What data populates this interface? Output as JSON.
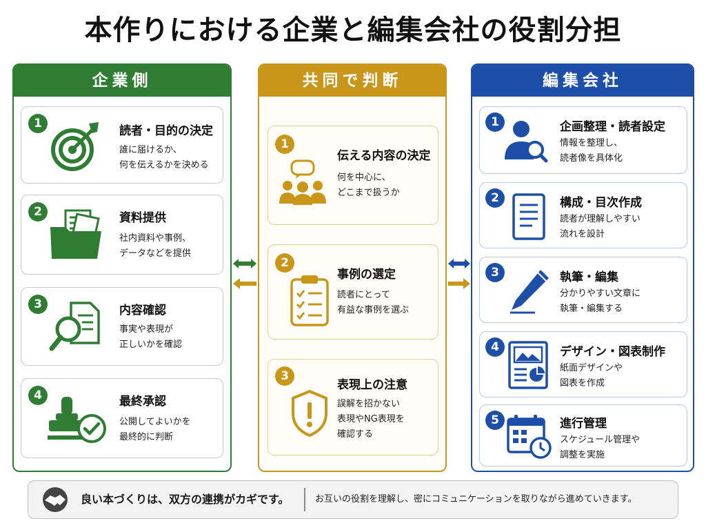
{
  "title": "本作りにおける企業と編集会社の役割分担",
  "columns": {
    "company": {
      "header": "企業側",
      "color": "#2e7d32",
      "cards": [
        {
          "num": "1",
          "title": "読者・目的の決定",
          "desc": "誰に届けるか、\n何を伝えるかを決める",
          "icon": "target-icon"
        },
        {
          "num": "2",
          "title": "資料提供",
          "desc": "社内資料や事例、\nデータなどを提供",
          "icon": "folder-documents-icon"
        },
        {
          "num": "3",
          "title": "内容確認",
          "desc": "事実や表現が\n正しいかを確認",
          "icon": "magnifier-document-icon"
        },
        {
          "num": "4",
          "title": "最終承認",
          "desc": "公開してよいかを\n最終的に判断",
          "icon": "stamp-check-icon"
        }
      ]
    },
    "shared": {
      "header": "共同で判断",
      "color": "#c9961a",
      "cards": [
        {
          "num": "1",
          "title": "伝える内容の決定",
          "desc": "何を中心に、\nどこまで扱うか",
          "icon": "meeting-people-icon"
        },
        {
          "num": "2",
          "title": "事例の選定",
          "desc": "読者にとって\n有益な事例を選ぶ",
          "icon": "clipboard-checklist-icon"
        },
        {
          "num": "3",
          "title": "表現上の注意",
          "desc": "誤解を招かない\n表現やNG表現を\n確認する",
          "icon": "shield-warning-icon"
        }
      ]
    },
    "editor": {
      "header": "編集会社",
      "color": "#1e4fa8",
      "cards": [
        {
          "num": "1",
          "title": "企画整理・読者設定",
          "desc": "情報を整理し、\n読者像を具体化",
          "icon": "user-search-icon"
        },
        {
          "num": "2",
          "title": "構成・目次作成",
          "desc": "読者が理解しやすい\n流れを設計",
          "icon": "document-outline-icon"
        },
        {
          "num": "3",
          "title": "執筆・編集",
          "desc": "分かりやすい文章に\n執筆・編集する",
          "icon": "pen-icon"
        },
        {
          "num": "4",
          "title": "デザイン・図表制作",
          "desc": "紙面デザインや\n図表を作成",
          "icon": "layout-chart-icon"
        },
        {
          "num": "5",
          "title": "進行管理",
          "desc": "スケジュール管理や\n調整を実施",
          "icon": "calendar-clock-icon"
        }
      ]
    }
  },
  "footer": {
    "main": "良い本づくりは、双方の連携がカギです。",
    "sub": "お互いの役割を理解し、密にコミュニケーションを取りながら進めていきます。",
    "icon": "handshake-icon"
  }
}
